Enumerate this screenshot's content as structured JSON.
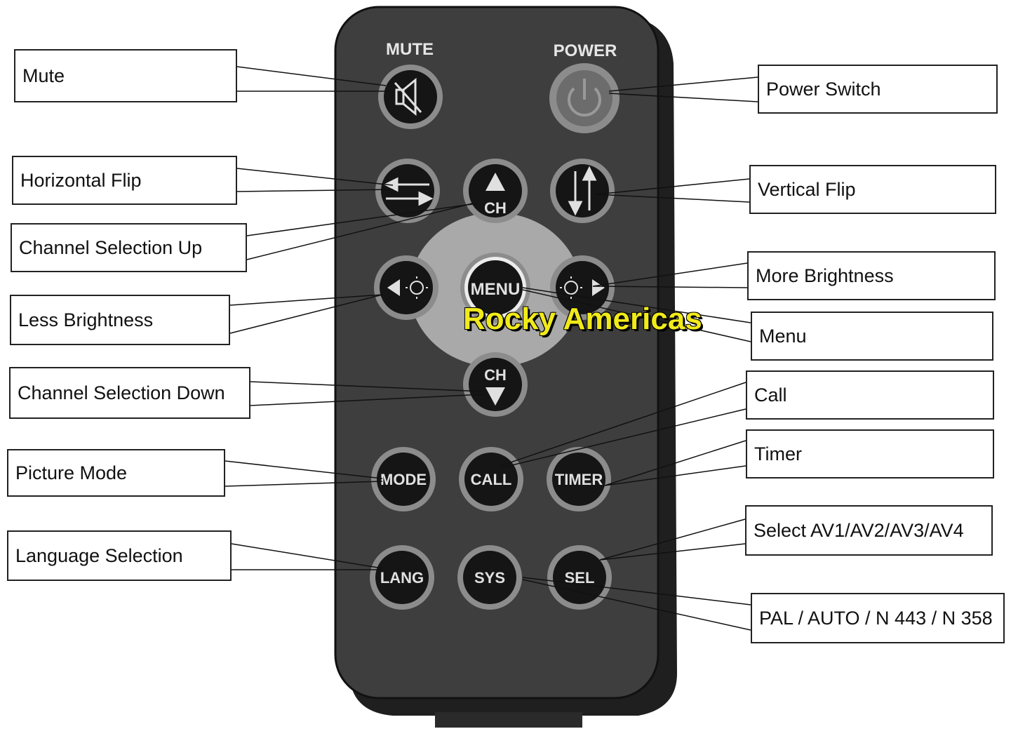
{
  "remote": {
    "top_labels": {
      "mute": "MUTE",
      "power": "POWER"
    },
    "buttons": {
      "ch_up": "CH",
      "ch_down": "CH",
      "menu": "MENU",
      "mode": "MODE",
      "call": "CALL",
      "timer": "TIMER",
      "lang": "LANG",
      "sys": "SYS",
      "sel": "SEL"
    },
    "watermark": "Rocky Americas",
    "colors": {
      "body": "#3e3e3e",
      "button": "#151515",
      "ring": "#8c8c8c",
      "pad": "#a9a9a9",
      "watermark": "#f1ea1a"
    }
  },
  "callouts": {
    "mute": "Mute",
    "power_switch": "Power Switch",
    "horizontal_flip": "Horizontal Flip",
    "vertical_flip": "Vertical Flip",
    "channel_up": "Channel Selection Up",
    "more_brightness": "More Brightness",
    "less_brightness": "Less Brightness",
    "menu": "Menu",
    "channel_down": "Channel Selection Down",
    "call": "Call",
    "timer": "Timer",
    "picture_mode": "Picture Mode",
    "select_av": "Select AV1/AV2/AV3/AV4",
    "language": "Language Selection",
    "system": "PAL / AUTO / N 443 / N 358"
  }
}
